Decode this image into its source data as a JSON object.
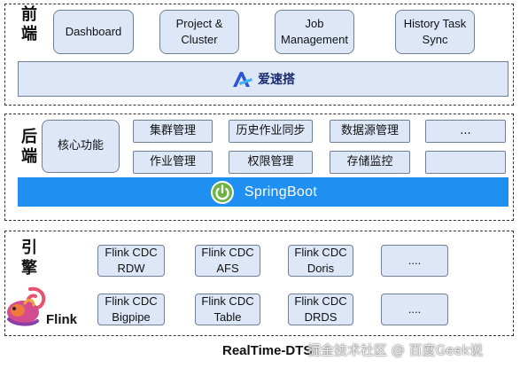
{
  "frontend": {
    "label_chars": [
      "前",
      "端"
    ],
    "boxes": [
      "Dashboard",
      "Project &\nCluster",
      "Job\nManagement",
      "History Task\nSync"
    ],
    "platform_name": "爱速搭"
  },
  "backend": {
    "label_chars": [
      "后",
      "端"
    ],
    "core_label": "核心功能",
    "row1": [
      "集群管理",
      "历史作业同步",
      "数据源管理",
      "..."
    ],
    "row2": [
      "作业管理",
      "权限管理",
      "存储监控"
    ],
    "framework": "SpringBoot"
  },
  "engine": {
    "label_chars": [
      "引",
      "擎"
    ],
    "row1": [
      "Flink CDC\nRDW",
      "Flink CDC\nAFS",
      "Flink CDC\nDoris",
      "...."
    ],
    "row2": [
      "Flink CDC\nBigpipe",
      "Flink CDC\nTable",
      "Flink CDC\nDRDS",
      "...."
    ],
    "flink_label": "Flink"
  },
  "caption": "RealTime-DTS",
  "watermark": "掘金技术社区 @ 百度Geek说",
  "colors": {
    "box_fill": "#dde7f7",
    "box_border": "#6f7f95",
    "springboot_bar": "#1f8ff2",
    "springboot_icon": "#6db33f",
    "aisuda_logo": "#2a55d9"
  },
  "icons": {
    "aisuda": "aisuda-logo-icon",
    "springboot": "springboot-power-icon",
    "flink": "flink-squirrel-icon"
  }
}
